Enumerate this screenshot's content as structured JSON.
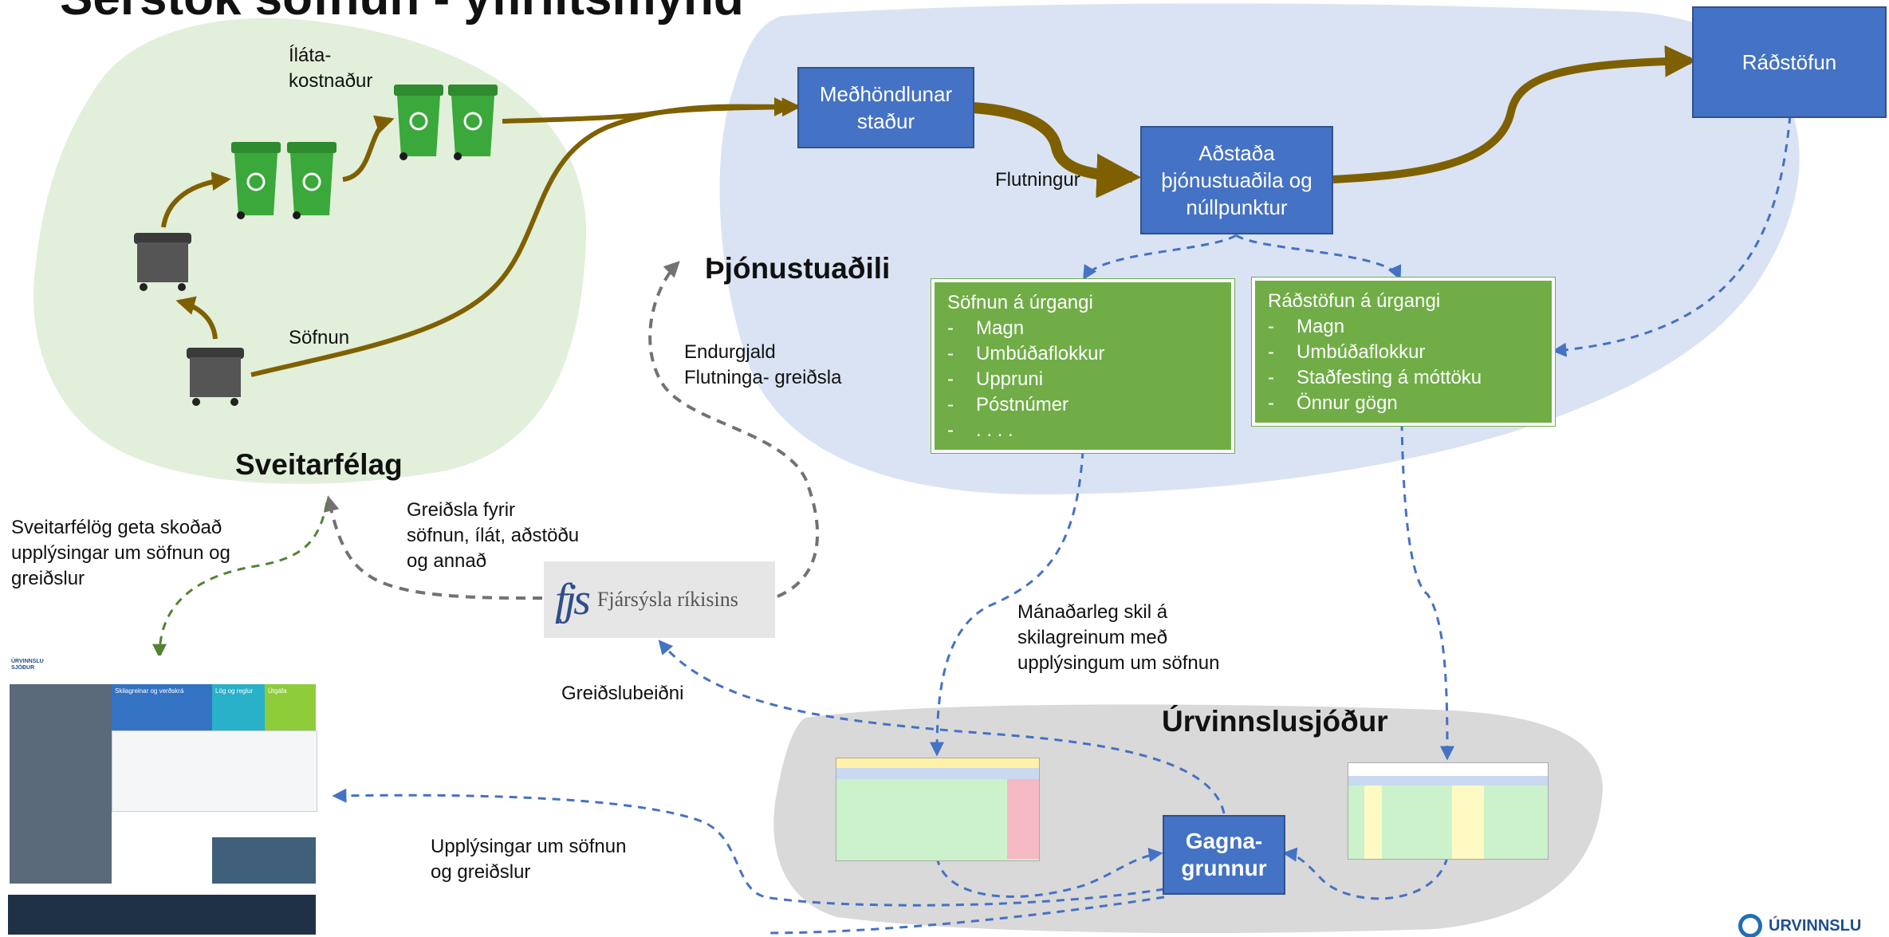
{
  "title": "Sérstök söfnun - yfirlitsmynd",
  "regions": {
    "municipality": "Sveitarfélag",
    "service_provider": "Þjónustuaðili",
    "fund": "Úrvinnslusjóður"
  },
  "boxes": {
    "treatment_site": "Meðhöndlunar\nstaður",
    "facility": "Aðstaða\nþjónustuaðila og\nnúllpunktur",
    "disposal": "Ráðstöfun",
    "database": "Gagna-\ngrunnur"
  },
  "collection_list": {
    "heading": "Söfnun á úrgangi",
    "items": [
      "Magn",
      "Umbúðaflokkur",
      "Uppruni",
      "Póstnúmer",
      ". . . ."
    ]
  },
  "disposal_list": {
    "heading": "Ráðstöfun á úrgangi",
    "items": [
      "Magn",
      "Umbúðaflokkur",
      "Staðfesting á móttöku",
      "Önnur gögn"
    ]
  },
  "labels": {
    "container_cost": "Íláta-\nkostnaður",
    "collection": "Söfnun",
    "transport": "Flutningur",
    "reimbursement": "Endurgjald\nFlutninga- greiðsla",
    "payment_for": "Greiðsla fyrir\nsöfnun, ílát, aðstöðu\nog annað",
    "municipalities_view": "Sveitarfélög geta skoðað\nupplýsingar um söfnun og\ngreiðslur",
    "monthly_returns": "Mánaðarleg skil á\nskilagreinum með\nupplýsingum um söfnun",
    "payment_request": "Greiðslubeiðni",
    "info": "Upplýsingar um söfnun\nog greiðslur"
  },
  "fjs_logo": {
    "mark": "fjs",
    "name": "Fjársýsla ríkisins"
  },
  "website": {
    "logo_text": "ÚRVINNSLU\nSJÓÐUR",
    "tiles": [
      "Skilagreinar og verðskrá",
      "Lög og reglur",
      "Útgáfa"
    ]
  },
  "corner_logo": "ÚRVINNSLU",
  "icons": [
    "recycle-bin-icon",
    "waste-container-icon"
  ],
  "colors": {
    "blue_box": "#4472c4",
    "green_box": "#70ad47",
    "brown_arrow": "#7f6000",
    "blue_dashed": "#4472c4",
    "gray_dashed": "#767171",
    "green_dashed": "#548235",
    "municipality_bg": "#e2efda",
    "service_bg": "#dae3f3",
    "fund_bg": "#d9d9d9"
  }
}
